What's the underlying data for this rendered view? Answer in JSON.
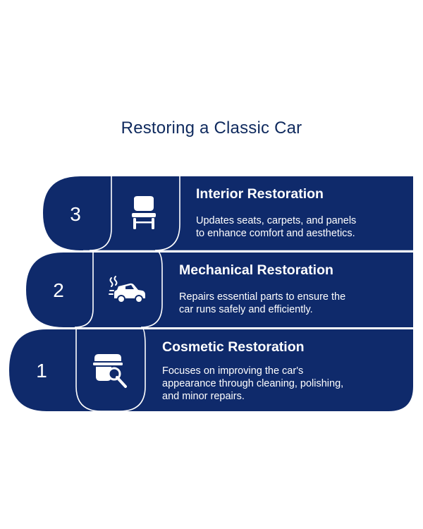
{
  "title": "Restoring a Classic Car",
  "colors": {
    "block_fill": "#0f2a6b",
    "outline": "#ffffff",
    "title_color": "#0f2a5e"
  },
  "steps": [
    {
      "number": "3",
      "title": "Interior Restoration",
      "description": "Updates seats, carpets, and panels\nto enhance comfort and aesthetics.",
      "icon": "chair-icon"
    },
    {
      "number": "2",
      "title": "Mechanical Restoration",
      "description": "Repairs essential parts to ensure the\ncar runs safely and efficiently.",
      "icon": "car-smoke-icon"
    },
    {
      "number": "1",
      "title": "Cosmetic Restoration",
      "description": "Focuses on improving the car's\nappearance through cleaning, polishing,\nand minor repairs.",
      "icon": "sponge-cleaning-icon"
    }
  ]
}
